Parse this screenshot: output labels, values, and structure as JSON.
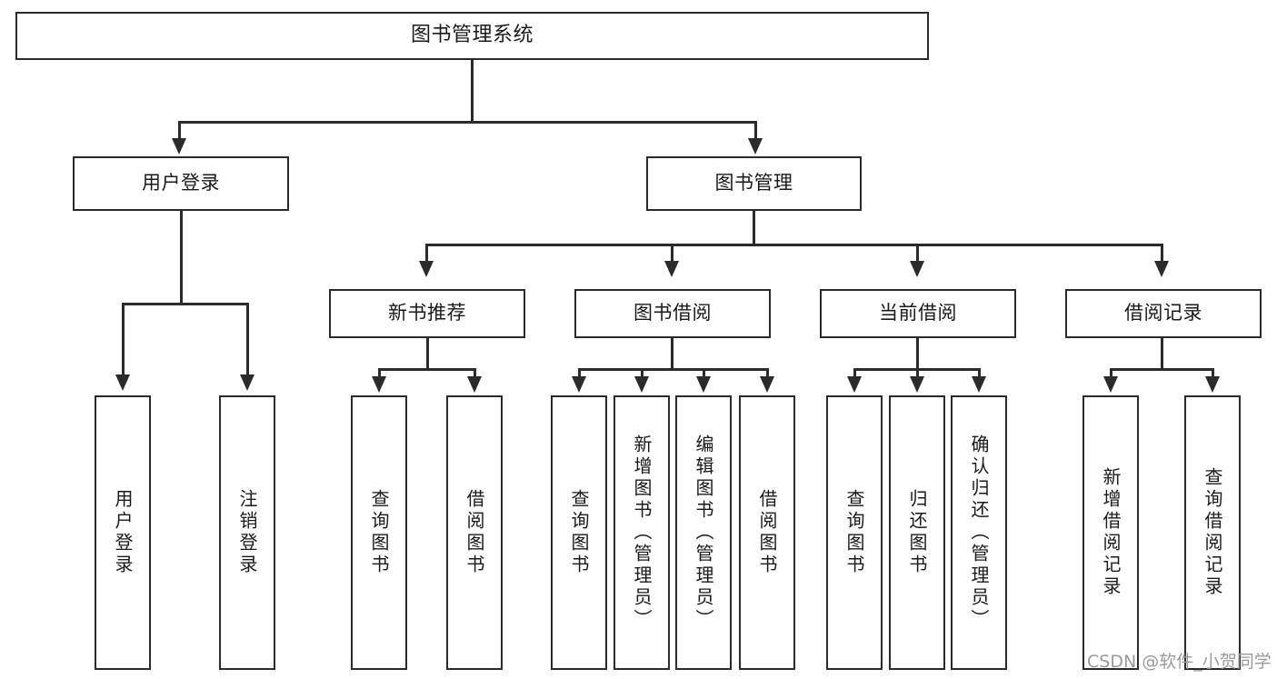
{
  "diagram": {
    "title": "图书管理系统",
    "type": "tree-hierarchy-diagram",
    "orientation": "top-down",
    "root": {
      "label": "图书管理系统"
    },
    "level1": [
      {
        "label": "用户登录"
      },
      {
        "label": "图书管理"
      }
    ],
    "level2": [
      {
        "label": "新书推荐"
      },
      {
        "label": "图书借阅"
      },
      {
        "label": "当前借阅"
      },
      {
        "label": "借阅记录"
      }
    ],
    "leaves": {
      "user_login": [
        {
          "label": "用户登录"
        },
        {
          "label": "注销登录"
        }
      ],
      "new_book_recommend": [
        {
          "label": "查询图书"
        },
        {
          "label": "借阅图书"
        }
      ],
      "book_borrow": [
        {
          "label": "查询图书"
        },
        {
          "label": "新增图书（管理员）"
        },
        {
          "label": "编辑图书（管理员）"
        },
        {
          "label": "借阅图书"
        }
      ],
      "current_borrow": [
        {
          "label": "查询图书"
        },
        {
          "label": "归还图书"
        },
        {
          "label": "确认归还（管理员）"
        }
      ],
      "borrow_record": [
        {
          "label": "新增借阅记录"
        },
        {
          "label": "查询借阅记录"
        }
      ]
    },
    "colors": {
      "border": "#2b2b2b",
      "background": "#ffffff",
      "text": "#1a1a1a",
      "watermark": "#9a9a9a"
    }
  },
  "watermark": {
    "text": "CSDN @软件_小贺同学"
  }
}
